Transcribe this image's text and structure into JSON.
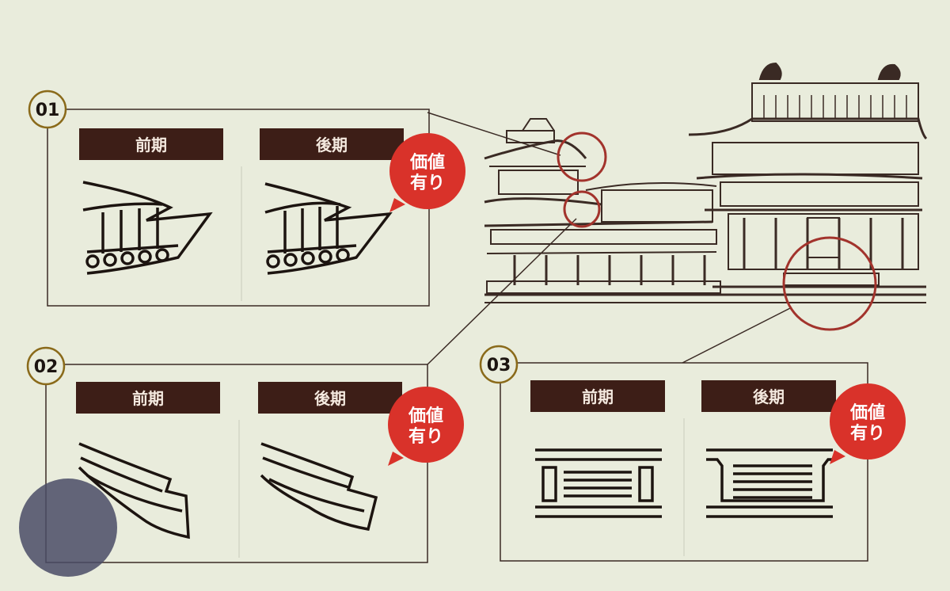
{
  "colors": {
    "background": "#e9ecdc",
    "line": "#3a2a24",
    "header_fill": "#3d1e17",
    "header_text": "#f4e9df",
    "badge_red": "#d9322a",
    "badge_text": "#ffffff",
    "number_ring": "#8a6a1a"
  },
  "panels": [
    {
      "number": "01",
      "before_label": "前期",
      "after_label": "後期",
      "badge_line1": "価値",
      "badge_line2": "有り",
      "illustration": "eave-bracket-icon"
    },
    {
      "number": "02",
      "before_label": "前期",
      "after_label": "後期",
      "badge_line1": "価値",
      "badge_line2": "有り",
      "illustration": "roof-tip-icon"
    },
    {
      "number": "03",
      "before_label": "前期",
      "after_label": "後期",
      "badge_line1": "価値",
      "badge_line2": "有り",
      "illustration": "railing-icon"
    }
  ],
  "building": {
    "illustration": "temple-hall-icon"
  }
}
